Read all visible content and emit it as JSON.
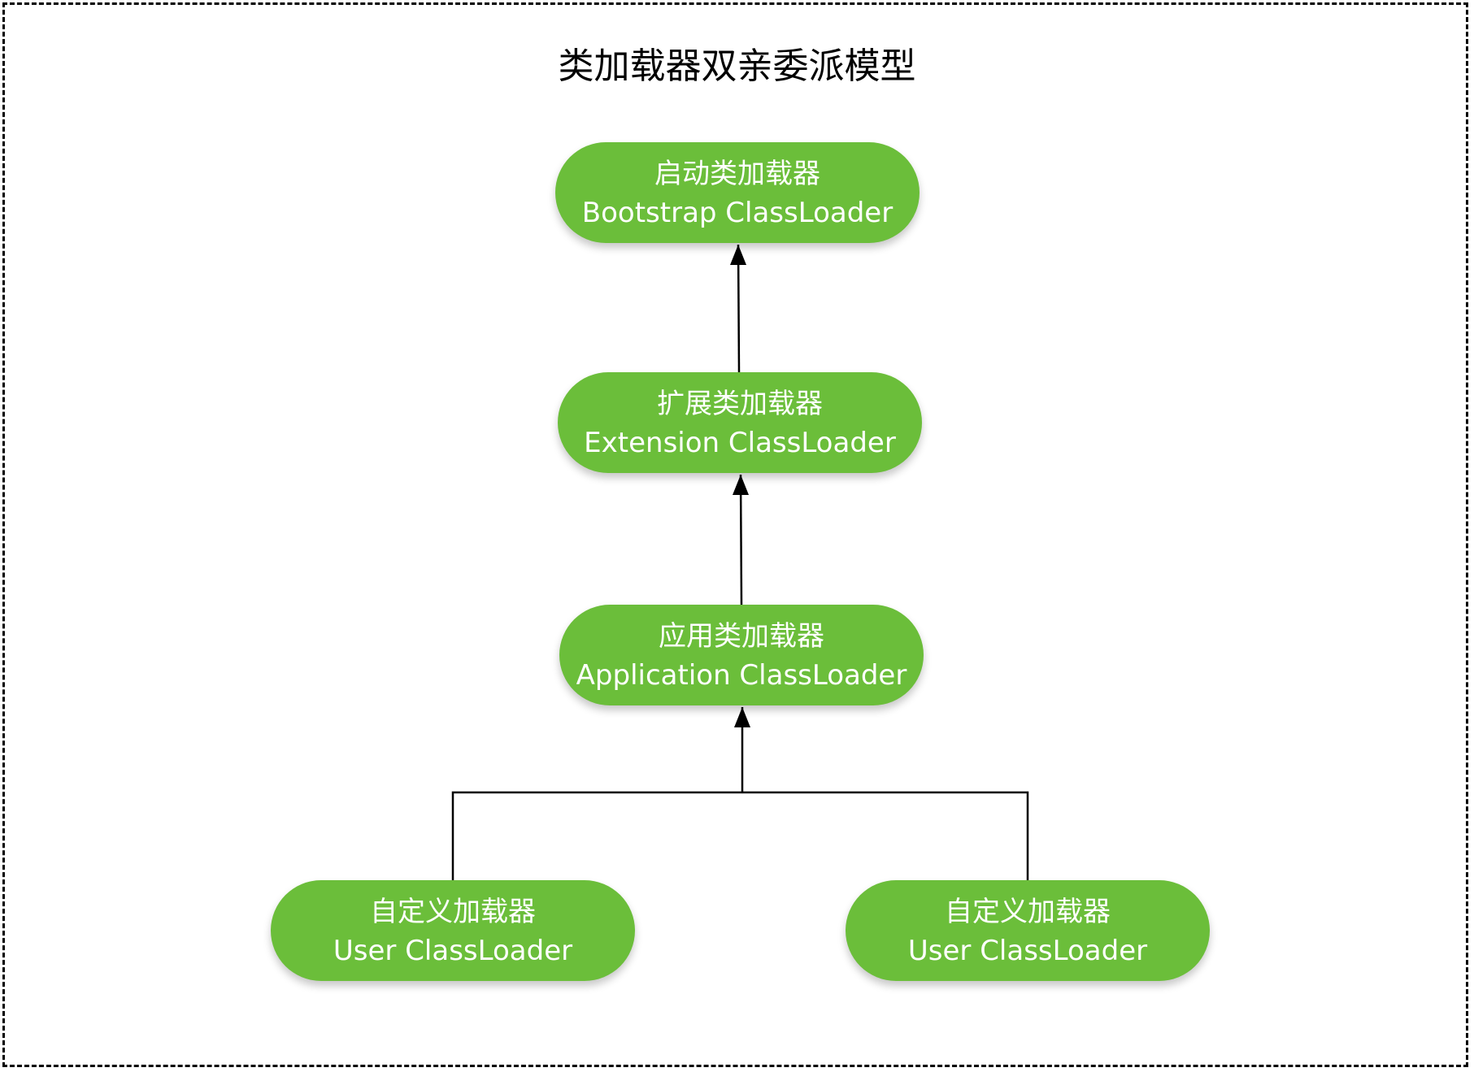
{
  "diagram": {
    "title": "类加载器双亲委派模型",
    "node_color": "#6BBE3A",
    "line_color": "#000000",
    "nodes": {
      "bootstrap": {
        "name_cn": "启动类加载器",
        "name_en": "Bootstrap ClassLoader"
      },
      "extension": {
        "name_cn": "扩展类加载器",
        "name_en": "Extension ClassLoader"
      },
      "application": {
        "name_cn": "应用类加载器",
        "name_en": "Application ClassLoader"
      },
      "user_left": {
        "name_cn": "自定义加载器",
        "name_en": "User ClassLoader"
      },
      "user_right": {
        "name_cn": "自定义加载器",
        "name_en": "User ClassLoader"
      }
    },
    "edges": [
      {
        "from": "extension",
        "to": "bootstrap"
      },
      {
        "from": "application",
        "to": "extension"
      },
      {
        "from": "user_left",
        "to": "application"
      },
      {
        "from": "user_right",
        "to": "application"
      }
    ]
  }
}
